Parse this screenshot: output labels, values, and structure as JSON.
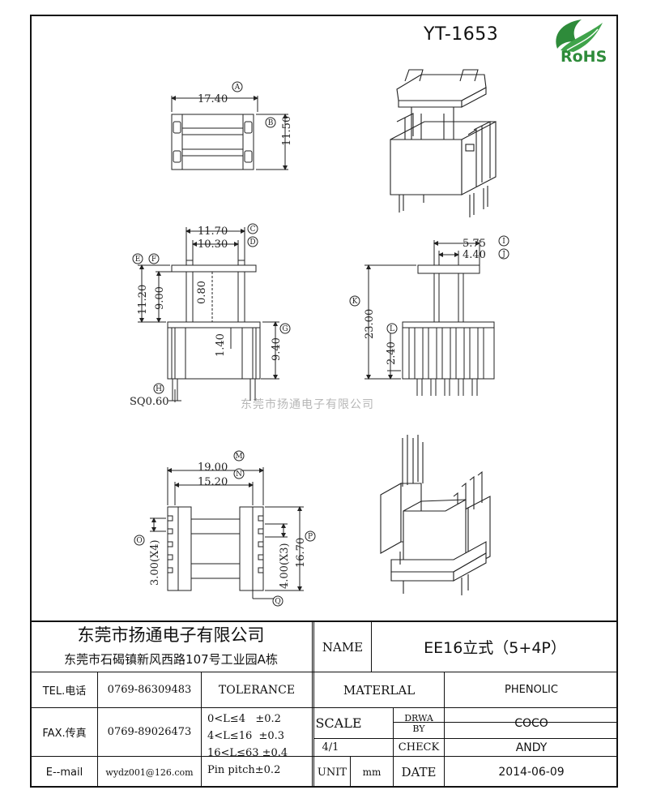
{
  "header": {
    "part_number": "YT-1653",
    "rohs_badge": "RoHS"
  },
  "watermark": "东莞市扬通电子有限公司",
  "dimensions": {
    "top_view": {
      "a": "17.40",
      "b": "11.50",
      "a_mark": "A",
      "b_mark": "B"
    },
    "front_view": {
      "c": "11.70",
      "d": "10.30",
      "e_f": "11.20",
      "g_e": "9.00",
      "h_inner": "0.80",
      "h_pin": "1.40",
      "g": "9.40",
      "sq": "SQ0.60",
      "c_mark": "C",
      "d_mark": "D",
      "e_mark": "E",
      "f_mark": "F",
      "g_mark": "G",
      "h_mark": "H"
    },
    "side_view": {
      "i": "5.75",
      "j": "4.40",
      "k": "23.00",
      "l": "2.40",
      "i_mark": "I",
      "j_mark": "J",
      "k_mark": "K",
      "l_mark": "L"
    },
    "bottom_view": {
      "m": "19.00",
      "n": "15.20",
      "o": "3.00(X4)",
      "p": "16.70",
      "x3": "4.00(X3)",
      "m_mark": "M",
      "n_mark": "N",
      "o_mark": "O",
      "p_mark": "P",
      "q_mark": "Q"
    }
  },
  "title_block": {
    "company_name": "东莞市扬通电子有限公司",
    "company_address": "东莞市石碣镇新风西路107号工业园A栋",
    "name_label": "NAME",
    "name_value": "EE16立式（5+4P）",
    "tel_label": "TEL.电话",
    "tel_value": "0769-86309483",
    "fax_label": "FAX.传真",
    "fax_value": "0769-89026473",
    "email_label": "E--mail",
    "email_value": "wydz001@126.com",
    "tolerance_label": "TOLERANCE",
    "tolerance_rows": [
      "0<L≤4   ±0.2",
      "4<L≤16  ±0.3",
      "16<L≤63 ±0.4",
      "Pin pitch±0.2"
    ],
    "material_label": "MATERLAL",
    "material_value": "PHENOLIC",
    "scale_label": "SCALE",
    "scale_value": "4/1",
    "unit_label": "UNIT",
    "unit_value": "mm",
    "drawn_by_label_1": "DRWA",
    "drawn_by_label_2": "BY",
    "drawn_by_value": "COCO",
    "check_label": "CHECK",
    "check_value": "ANDY",
    "date_label": "DATE",
    "date_value": "2014-06-09"
  }
}
